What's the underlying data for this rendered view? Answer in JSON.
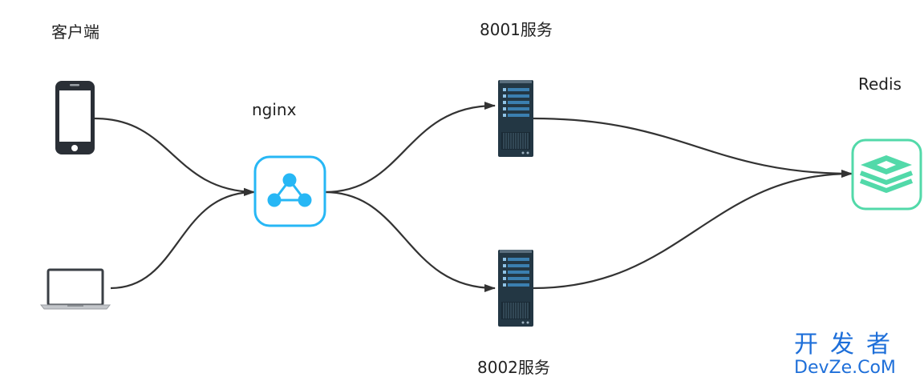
{
  "labels": {
    "client": "客户端",
    "nginx": "nginx",
    "service_8001": "8001服务",
    "service_8002": "8002服务",
    "redis": "Redis"
  },
  "watermark": {
    "cn": "开发者",
    "en": "DevZe.CoM"
  },
  "icons": {
    "phone": "smartphone-icon",
    "laptop": "laptop-icon",
    "nginx": "share-network-icon",
    "server": "server-rack-icon",
    "redis": "redis-stack-icon"
  },
  "colors": {
    "connector": "#333333",
    "nginx_accent": "#27b7f5",
    "redis_accent": "#52d9a9",
    "server_dark": "#233744",
    "server_stripe": "#3b7fb0",
    "watermark": "#1e6fd9"
  }
}
